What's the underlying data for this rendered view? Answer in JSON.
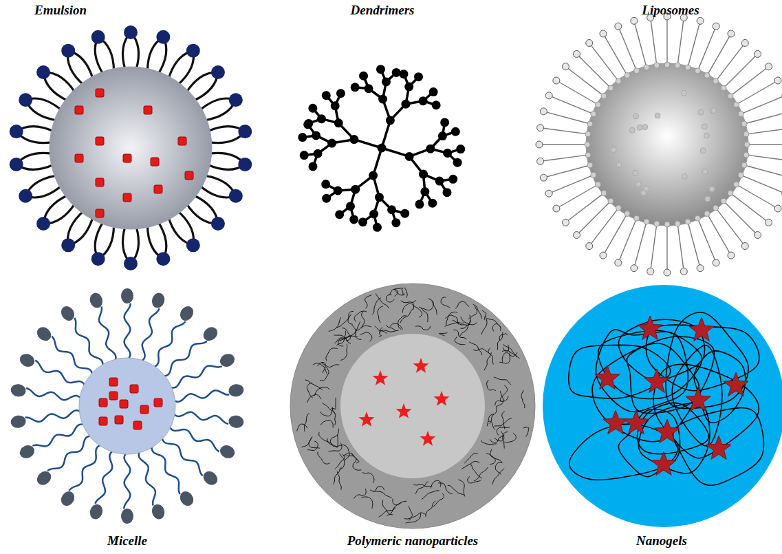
{
  "diagram": {
    "labels": [
      "Emulsion",
      "Dendrimers",
      "Liposomes",
      "Micelle",
      "Polymeric nanoparticles",
      "Nanogels"
    ]
  }
}
